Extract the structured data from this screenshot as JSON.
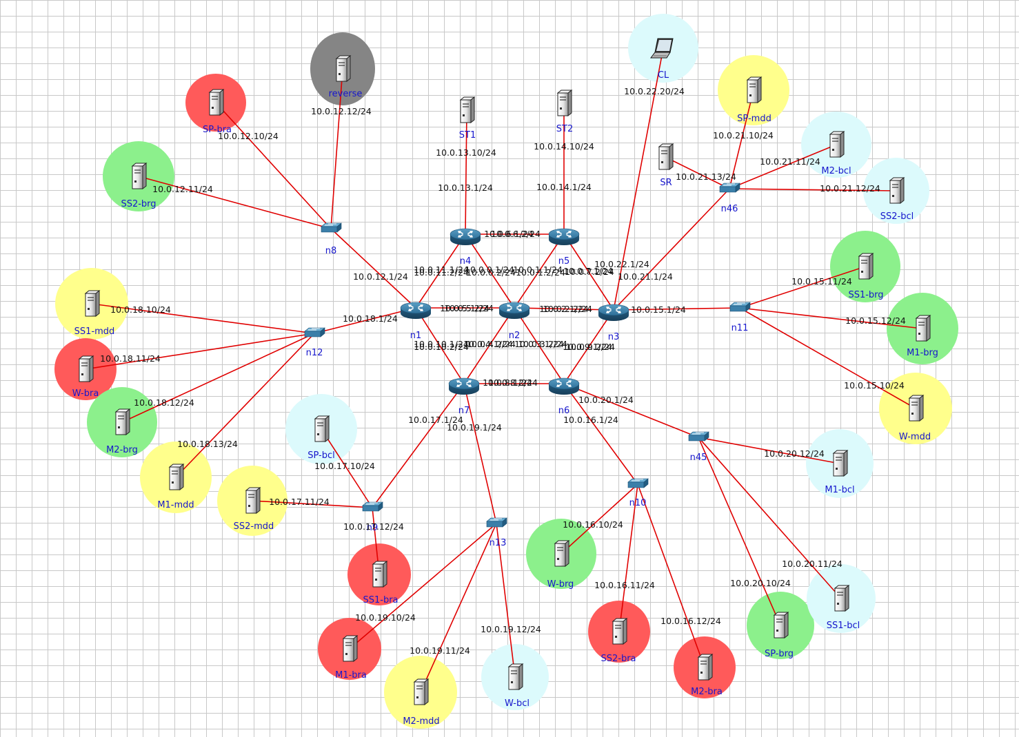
{
  "colors": {
    "link": "#e00000",
    "red": "#ff5a5a",
    "green": "#8cf08c",
    "yellow": "#ffff8c",
    "cyan": "#dcfafc",
    "gray": "#858585",
    "node_label": "#1515cc",
    "link_label": "#111111"
  },
  "routers": [
    {
      "id": "n1",
      "label": "n1"
    },
    {
      "id": "n2",
      "label": "n2"
    },
    {
      "id": "n3",
      "label": "n3"
    },
    {
      "id": "n4",
      "label": "n4"
    },
    {
      "id": "n5",
      "label": "n5"
    },
    {
      "id": "n6",
      "label": "n6"
    },
    {
      "id": "n7",
      "label": "n7"
    }
  ],
  "switches": [
    {
      "id": "n8",
      "label": "n8"
    },
    {
      "id": "n10",
      "label": "n10"
    },
    {
      "id": "n11",
      "label": "n11"
    },
    {
      "id": "n12",
      "label": "n12"
    },
    {
      "id": "n13",
      "label": "n13"
    },
    {
      "id": "n45",
      "label": "n45"
    },
    {
      "id": "n46",
      "label": "n46"
    },
    {
      "id": "n9",
      "label": "n9"
    }
  ],
  "hosts": [
    {
      "id": "reverse",
      "label": "reverse",
      "type": "server-icon",
      "halo": "gray"
    },
    {
      "id": "SP-bra",
      "label": "SP-bra",
      "type": "server-icon",
      "halo": "red"
    },
    {
      "id": "SS2-brg",
      "label": "SS2-brg",
      "type": "server-icon",
      "halo": "green"
    },
    {
      "id": "ST1",
      "label": "ST1",
      "type": "server-icon",
      "halo": ""
    },
    {
      "id": "ST2",
      "label": "ST2",
      "type": "server-icon",
      "halo": ""
    },
    {
      "id": "CL",
      "label": "CL",
      "type": "laptop-icon",
      "halo": "cyan"
    },
    {
      "id": "SP-mdd",
      "label": "SP-mdd",
      "type": "server-icon",
      "halo": "yellow"
    },
    {
      "id": "SR",
      "label": "SR",
      "type": "server-icon",
      "halo": ""
    },
    {
      "id": "M2-bcl",
      "label": "M2-bcl",
      "type": "server-icon",
      "halo": "cyan"
    },
    {
      "id": "SS2-bcl",
      "label": "SS2-bcl",
      "type": "server-icon",
      "halo": "cyan"
    },
    {
      "id": "SS1-brg",
      "label": "SS1-brg",
      "type": "server-icon",
      "halo": "green"
    },
    {
      "id": "M1-brg",
      "label": "M1-brg",
      "type": "server-icon",
      "halo": "green"
    },
    {
      "id": "W-mdd",
      "label": "W-mdd",
      "type": "server-icon",
      "halo": "yellow"
    },
    {
      "id": "SS1-mdd",
      "label": "SS1-mdd",
      "type": "server-icon",
      "halo": "yellow"
    },
    {
      "id": "W-bra",
      "label": "W-bra",
      "type": "server-icon",
      "halo": "red"
    },
    {
      "id": "M2-brg",
      "label": "M2-brg",
      "type": "server-icon",
      "halo": "green"
    },
    {
      "id": "M1-mdd",
      "label": "M1-mdd",
      "type": "server-icon",
      "halo": "yellow"
    },
    {
      "id": "SS2-mdd",
      "label": "SS2-mdd",
      "type": "server-icon",
      "halo": "yellow"
    },
    {
      "id": "SP-bcl",
      "label": "SP-bcl",
      "type": "server-icon",
      "halo": "cyan"
    },
    {
      "id": "SS1-bra",
      "label": "SS1-bra",
      "type": "server-icon",
      "halo": "red"
    },
    {
      "id": "M1-bra",
      "label": "M1-bra",
      "type": "server-icon",
      "halo": "red"
    },
    {
      "id": "M2-mdd",
      "label": "M2-mdd",
      "type": "server-icon",
      "halo": "yellow"
    },
    {
      "id": "W-bcl",
      "label": "W-bcl",
      "type": "server-icon",
      "halo": "cyan"
    },
    {
      "id": "W-brg",
      "label": "W-brg",
      "type": "server-icon",
      "halo": "green"
    },
    {
      "id": "SS2-bra",
      "label": "SS2-bra",
      "type": "server-icon",
      "halo": "red"
    },
    {
      "id": "M2-bra",
      "label": "M2-bra",
      "type": "server-icon",
      "halo": "red"
    },
    {
      "id": "SP-brg",
      "label": "SP-brg",
      "type": "server-icon",
      "halo": "green"
    },
    {
      "id": "SS1-bcl",
      "label": "SS1-bcl",
      "type": "server-icon",
      "halo": "cyan"
    },
    {
      "id": "M1-bcl",
      "label": "M1-bcl",
      "type": "server-icon",
      "halo": "cyan"
    }
  ],
  "links": [
    {
      "from": "n8",
      "to": "reverse"
    },
    {
      "from": "n8",
      "to": "SP-bra"
    },
    {
      "from": "n8",
      "to": "SS2-brg"
    },
    {
      "from": "n8",
      "to": "n1"
    },
    {
      "from": "n4",
      "to": "ST1"
    },
    {
      "from": "n5",
      "to": "ST2"
    },
    {
      "from": "n3",
      "to": "CL"
    },
    {
      "from": "n46",
      "to": "SP-mdd"
    },
    {
      "from": "n46",
      "to": "SR"
    },
    {
      "from": "n46",
      "to": "M2-bcl"
    },
    {
      "from": "n46",
      "to": "SS2-bcl"
    },
    {
      "from": "n46",
      "to": "n3"
    },
    {
      "from": "n11",
      "to": "n3"
    },
    {
      "from": "n11",
      "to": "SS1-brg"
    },
    {
      "from": "n11",
      "to": "M1-brg"
    },
    {
      "from": "n11",
      "to": "W-mdd"
    },
    {
      "from": "n12",
      "to": "n1"
    },
    {
      "from": "n12",
      "to": "SS1-mdd"
    },
    {
      "from": "n12",
      "to": "W-bra"
    },
    {
      "from": "n12",
      "to": "M2-brg"
    },
    {
      "from": "n12",
      "to": "M1-mdd"
    },
    {
      "from": "n9",
      "to": "n7"
    },
    {
      "from": "n9",
      "to": "SP-bcl"
    },
    {
      "from": "n9",
      "to": "SS2-mdd"
    },
    {
      "from": "n9",
      "to": "SS1-bra"
    },
    {
      "from": "n13",
      "to": "n7"
    },
    {
      "from": "n13",
      "to": "M1-bra"
    },
    {
      "from": "n13",
      "to": "M2-mdd"
    },
    {
      "from": "n13",
      "to": "W-bcl"
    },
    {
      "from": "n10",
      "to": "n6"
    },
    {
      "from": "n10",
      "to": "W-brg"
    },
    {
      "from": "n10",
      "to": "SS2-bra"
    },
    {
      "from": "n10",
      "to": "M2-bra"
    },
    {
      "from": "n45",
      "to": "n6"
    },
    {
      "from": "n45",
      "to": "M1-bcl"
    },
    {
      "from": "n45",
      "to": "SS1-bcl"
    },
    {
      "from": "n45",
      "to": "SP-brg"
    },
    {
      "from": "n1",
      "to": "n4"
    },
    {
      "from": "n1",
      "to": "n2"
    },
    {
      "from": "n1",
      "to": "n7"
    },
    {
      "from": "n2",
      "to": "n3"
    },
    {
      "from": "n2",
      "to": "n4"
    },
    {
      "from": "n2",
      "to": "n5"
    },
    {
      "from": "n2",
      "to": "n6"
    },
    {
      "from": "n2",
      "to": "n7"
    },
    {
      "from": "n3",
      "to": "n5"
    },
    {
      "from": "n3",
      "to": "n6"
    },
    {
      "from": "n4",
      "to": "n5"
    },
    {
      "from": "n6",
      "to": "n7"
    }
  ],
  "link_labels": [
    {
      "text": "10.0.12.12/24"
    },
    {
      "text": "10.0.12.10/24"
    },
    {
      "text": "10.0.12.11/24"
    },
    {
      "text": "10.0.12.1/24"
    },
    {
      "text": "10.0.13.10/24"
    },
    {
      "text": "10.0.13.1/24"
    },
    {
      "text": "10.0.14.10/24"
    },
    {
      "text": "10.0.14.1/24"
    },
    {
      "text": "10.0.22.20/24"
    },
    {
      "text": "10.0.21.10/24"
    },
    {
      "text": "10.0.21.11/24"
    },
    {
      "text": "10.0.21.13/24"
    },
    {
      "text": "10.0.21.12/24"
    },
    {
      "text": "10.0.22.1/24"
    },
    {
      "text": "10.0.21.1/24"
    },
    {
      "text": "10.0.15.11/24"
    },
    {
      "text": "10.0.15.12/24"
    },
    {
      "text": "10.0.15.1/24"
    },
    {
      "text": "10.0.15.10/24"
    },
    {
      "text": "10.0.18.10/24"
    },
    {
      "text": "10.0.18.1/24"
    },
    {
      "text": "10.0.18.11/24"
    },
    {
      "text": "10.0.18.12/24"
    },
    {
      "text": "10.0.18.13/24"
    },
    {
      "text": "10.0.17.10/24"
    },
    {
      "text": "10.0.17.11/24"
    },
    {
      "text": "10.0.17.12/24"
    },
    {
      "text": "10.0.17.1/24"
    },
    {
      "text": "10.0.19.1/24"
    },
    {
      "text": "10.0.19.10/24"
    },
    {
      "text": "10.0.19.11/24"
    },
    {
      "text": "10.0.19.12/24"
    },
    {
      "text": "10.0.16.10/24"
    },
    {
      "text": "10.0.16.11/24"
    },
    {
      "text": "10.0.16.12/24"
    },
    {
      "text": "10.0.16.1/24"
    },
    {
      "text": "10.0.20.1/24"
    },
    {
      "text": "10.0.20.12/24"
    },
    {
      "text": "10.0.20.11/24"
    },
    {
      "text": "10.0.20.10/24"
    },
    {
      "text": "10.0.6.1/24"
    },
    {
      "text": "10.0.6.2/24"
    },
    {
      "text": "10.0.11.1/24"
    },
    {
      "text": "10.0.11.2/24"
    },
    {
      "text": "10.0.0.1/24"
    },
    {
      "text": "10.0.0.2/24"
    },
    {
      "text": "10.0.1.1/24"
    },
    {
      "text": "10.0.1.2/24"
    },
    {
      "text": "10.0.7.1/24"
    },
    {
      "text": "10.0.7.2/24"
    },
    {
      "text": "10.0.5.1/24"
    },
    {
      "text": "10.0.5.2/24"
    },
    {
      "text": "10.0.2.1/24"
    },
    {
      "text": "10.0.2.2/24"
    },
    {
      "text": "10.0.10.1/24"
    },
    {
      "text": "10.0.10.2/24"
    },
    {
      "text": "10.0.4.1/24"
    },
    {
      "text": "10.0.4.2/24"
    },
    {
      "text": "10.0.3.1/24"
    },
    {
      "text": "10.0.3.2/24"
    },
    {
      "text": "10.0.8.1/24"
    },
    {
      "text": "10.0.8.2/24"
    },
    {
      "text": "10.0.9.1/24"
    },
    {
      "text": "10.0.9.2/24"
    }
  ]
}
